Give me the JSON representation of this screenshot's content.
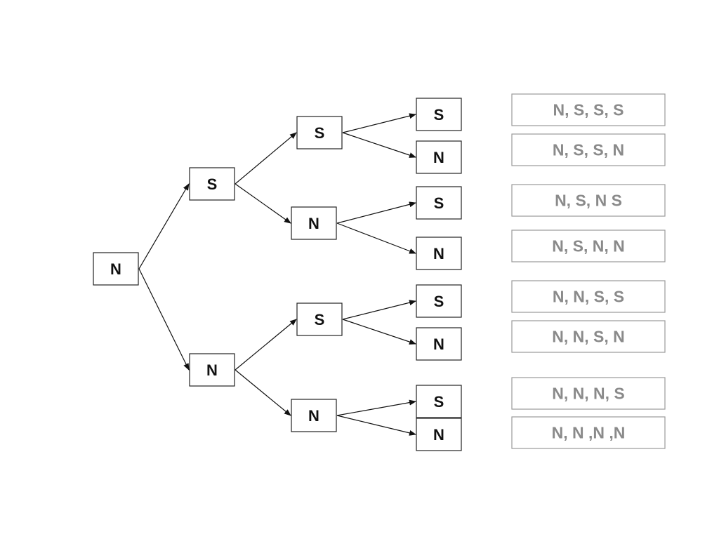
{
  "tree": {
    "root": "N",
    "level1": [
      "S",
      "N"
    ],
    "level2": [
      "S",
      "N",
      "S",
      "N"
    ],
    "level3": [
      "S",
      "N",
      "S",
      "N",
      "S",
      "N",
      "S",
      "N"
    ]
  },
  "outcomes": [
    "N, S, S, S",
    "N, S, S, N",
    "N, S, N S",
    "N, S, N, N",
    "N, N, S, S",
    "N, N, S, N",
    "N, N, N, S",
    "N, N ,N ,N"
  ],
  "colors": {
    "node_stroke": "#222222",
    "node_text": "#111111",
    "outcome_stroke": "#9a9a9a",
    "outcome_text": "#8a8a8a"
  }
}
